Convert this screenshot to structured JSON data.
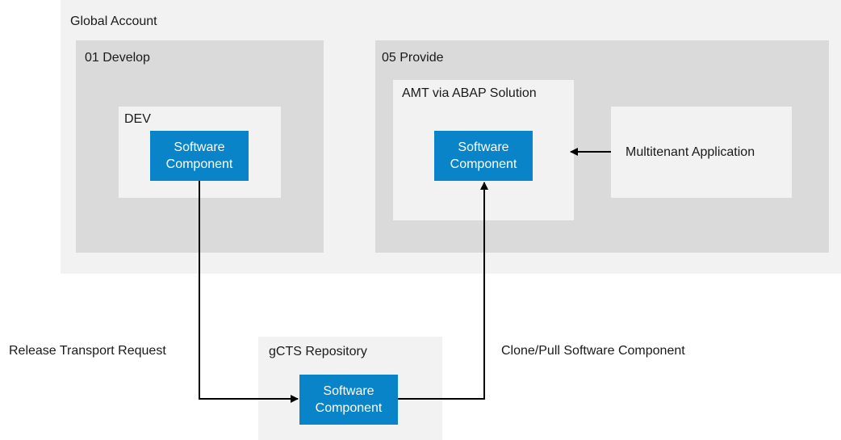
{
  "global_account": {
    "label": "Global Account"
  },
  "develop": {
    "label": "01 Develop",
    "dev": {
      "label": "DEV",
      "component": "Software\nComponent"
    }
  },
  "provide": {
    "label": "05 Provide",
    "amt": {
      "label": "AMT via ABAP Solution",
      "component": "Software\nComponent"
    },
    "multitenant": {
      "label": "Multitenant Application"
    }
  },
  "gcts": {
    "label": "gCTS Repository",
    "component": "Software\nComponent"
  },
  "flows": {
    "release": "Release Transport Request",
    "clone": "Clone/Pull Software Component"
  },
  "colors": {
    "component": "#0a84c8",
    "outer_bg": "#f2f2f2",
    "subaccount_bg": "#dadada",
    "arrow": "#000000"
  }
}
